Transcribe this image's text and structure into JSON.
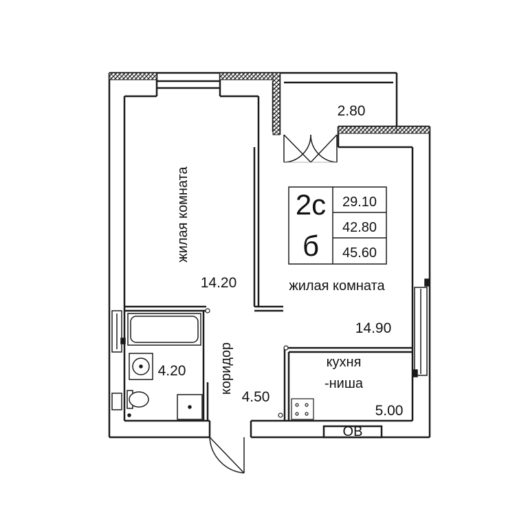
{
  "rooms": {
    "living_room_left": {
      "label": "жилая комната",
      "area": "14.20"
    },
    "balcony": {
      "area": "2.80"
    },
    "living_room_right": {
      "label": "жилая комната",
      "area": "14.90"
    },
    "bathroom": {
      "area": "4.20"
    },
    "corridor": {
      "label": "коридор",
      "area": "4.50"
    },
    "kitchen": {
      "label_line1": "кухня",
      "label_line2": "-ниша",
      "area": "5.00"
    }
  },
  "apartment_info": {
    "rooms_code": "2с",
    "balcony_code": "б",
    "living_area": "29.10",
    "total_area": "42.80",
    "total_with_balcony": "45.60"
  },
  "ventilation_label": "ОВ",
  "colors": {
    "wall": "#1a1a1a",
    "background": "#ffffff",
    "hatch": "#444444"
  }
}
